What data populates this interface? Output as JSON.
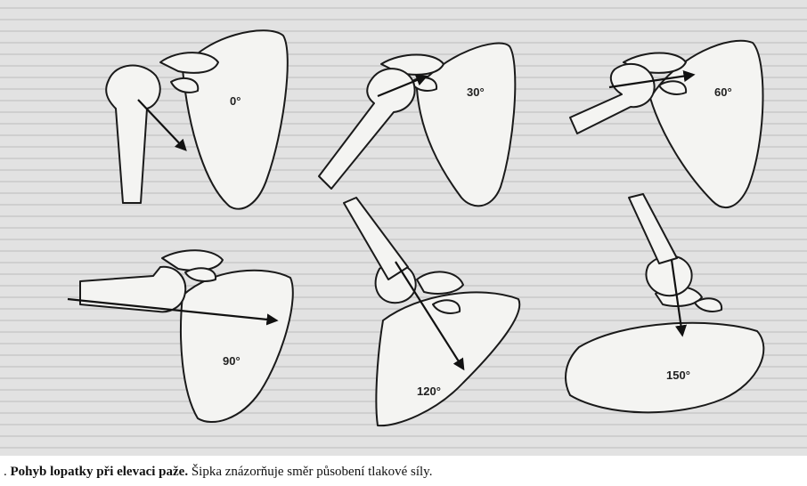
{
  "figure": {
    "panels": [
      {
        "angle": "0°"
      },
      {
        "angle": "30°"
      },
      {
        "angle": "60°"
      },
      {
        "angle": "90°"
      },
      {
        "angle": "120°"
      },
      {
        "angle": "150°"
      }
    ]
  },
  "caption": {
    "prefix": ".",
    "bold": "Pohyb lopatky při elevaci paže.",
    "text": "Šipka znázorňuje směr působení tlakové síly."
  },
  "colors": {
    "page": "#ffffff",
    "paper": "#dcdcdc",
    "ink": "#1a1a1a",
    "bone": "#f4f4f2"
  }
}
